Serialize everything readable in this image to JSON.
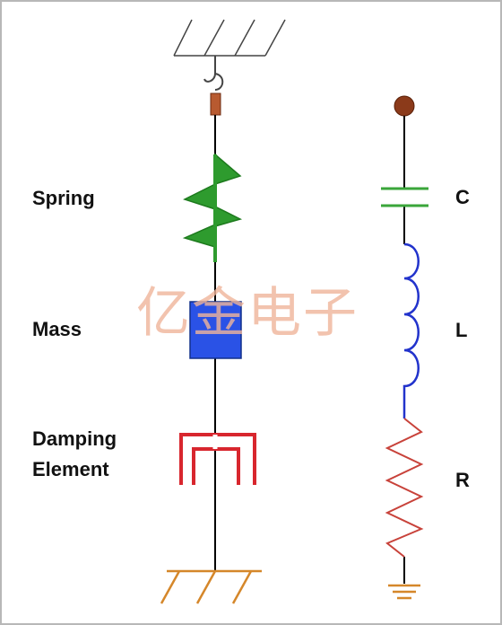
{
  "diagram": {
    "mechanical_labels": {
      "spring": "Spring",
      "mass": "Mass",
      "damping_line1": "Damping",
      "damping_line2": "Element"
    },
    "electrical_labels": {
      "capacitor": "C",
      "inductor": "L",
      "resistor": "R"
    },
    "watermark": "亿金电子",
    "colors": {
      "spring": "#2e9b2e",
      "mass": "#2a52e6",
      "damper": "#d8262e",
      "capacitor": "#3aa63a",
      "inductor": "#2233cc",
      "resistor": "#c8423a",
      "ground": "#d5872a",
      "terminal": "#8b3a1a",
      "wire": "#000000"
    }
  }
}
